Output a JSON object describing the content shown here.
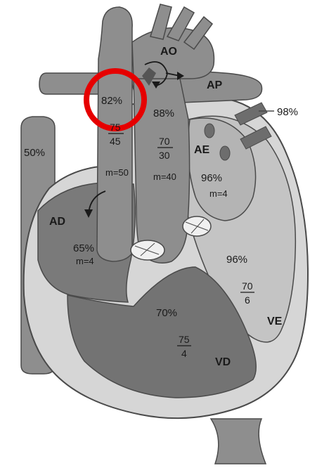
{
  "chambers": {
    "aorta": "AO",
    "pulmonary_artery": "AP",
    "right_atrium": "AD",
    "left_atrium": "AE",
    "right_ventricle": "VD",
    "left_ventricle": "VE"
  },
  "saturations": {
    "highlighted": "82%",
    "aorta": "88%",
    "pulmonary_veins": "98%",
    "svc_left": "50%",
    "left_atrium": "96%",
    "right_atrium": "65%",
    "right_ventricle": "70%",
    "left_ventricle": "96%"
  },
  "pressures": {
    "ascending": {
      "sys": "75",
      "dia": "45",
      "mean": "m=50"
    },
    "pulmonary": {
      "sys": "70",
      "dia": "30",
      "mean": "m=40"
    },
    "left_atrium_mean": "m=4",
    "right_atrium_mean": "m=4",
    "left_ventricle": {
      "sys": "70",
      "dia": "6"
    },
    "right_ventricle": {
      "sys": "75",
      "dia": "4"
    }
  },
  "colors": {
    "dark": "#6d6d6d",
    "medium": "#8e8e8e",
    "light": "#bdbdbd",
    "outline": "#4a4a4a",
    "highlight": "#e60000"
  }
}
